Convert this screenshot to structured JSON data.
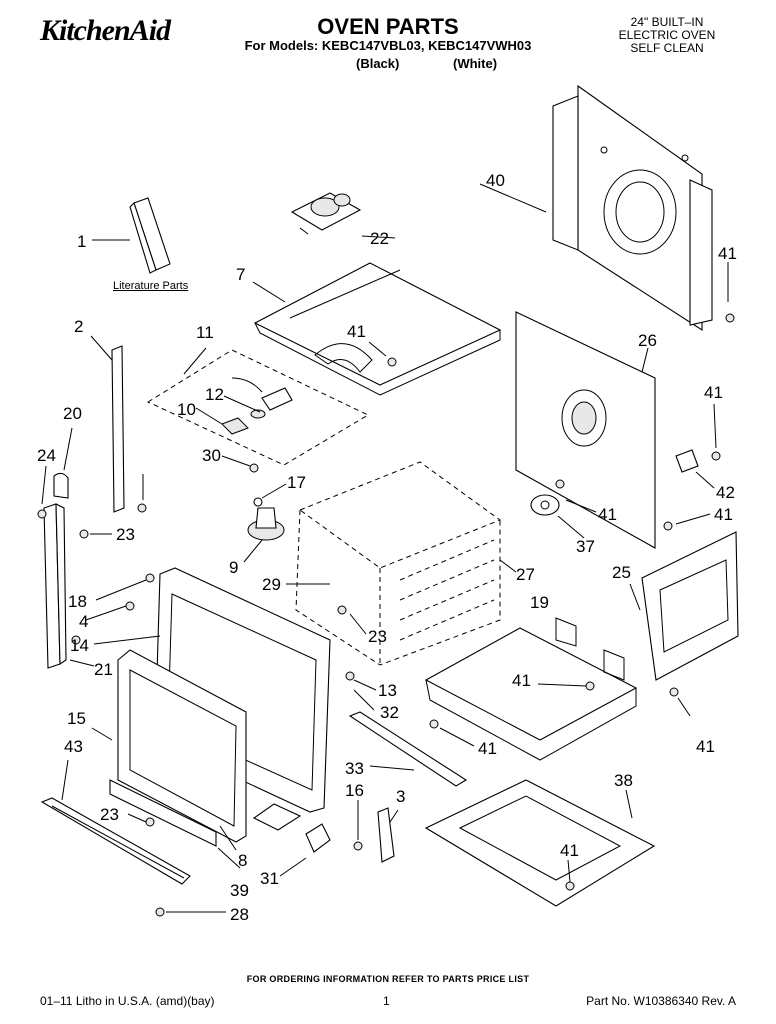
{
  "header": {
    "brand": "KitchenAid",
    "title": "OVEN PARTS",
    "models_line": "For Models: KEBC147VBL03, KEBC147VWH03",
    "variants": [
      "(Black)",
      "(White)"
    ],
    "oven_type": [
      "24\" BUILT–IN",
      "ELECTRIC OVEN",
      "SELF CLEAN"
    ]
  },
  "literature_label": "Literature Parts",
  "callouts": [
    "1",
    "2",
    "3",
    "4",
    "7",
    "8",
    "9",
    "10",
    "11",
    "12",
    "13",
    "14",
    "15",
    "16",
    "17",
    "18",
    "19",
    "20",
    "21",
    "22",
    "23",
    "24",
    "25",
    "26",
    "27",
    "28",
    "29",
    "30",
    "31",
    "32",
    "33",
    "37",
    "38",
    "39",
    "40",
    "41",
    "42",
    "43"
  ],
  "footer": {
    "order_note": "FOR ORDERING INFORMATION REFER TO PARTS PRICE LIST",
    "litho": "01–11 Litho in U.S.A. (amd)(bay)",
    "page": "1",
    "part_no": "Part No. W10386340 Rev. A"
  }
}
